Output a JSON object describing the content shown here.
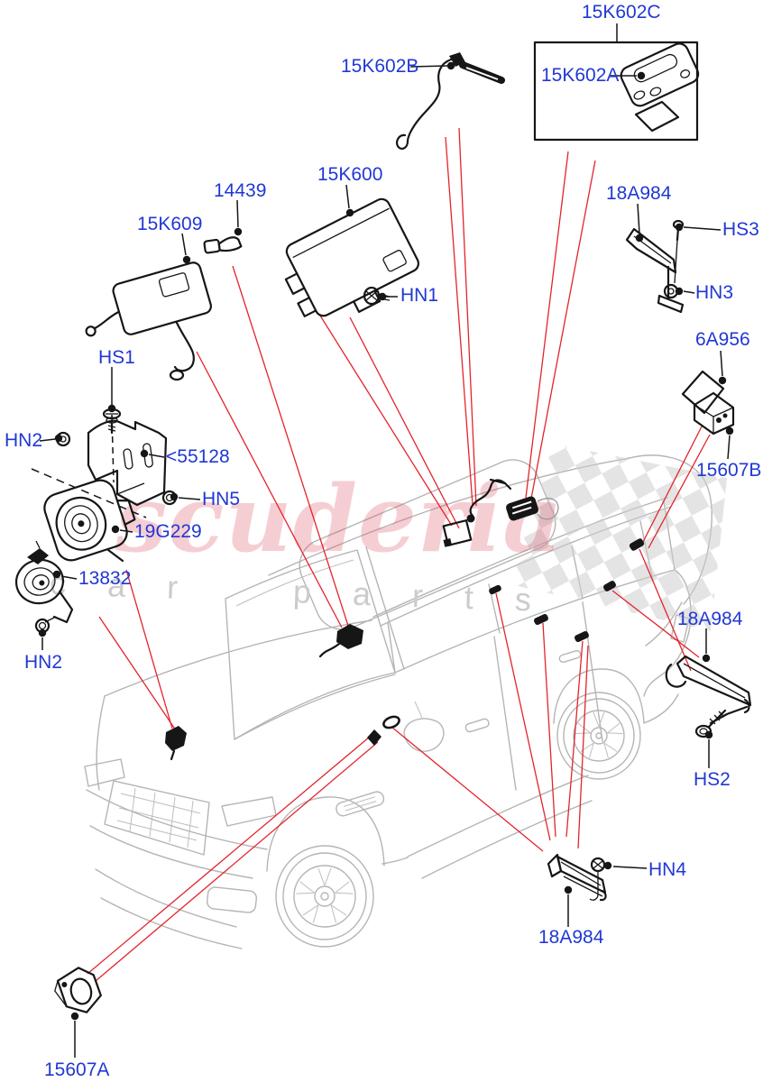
{
  "diagram": {
    "description": "Anti-theft alarm system exploded parts diagram",
    "label_color": "#2038d4",
    "leader_line_color": "#161616",
    "locator_line_color": "#e3242c",
    "watermark": {
      "brand": "scuderia",
      "tagline": "car parts"
    },
    "labels": {
      "kit_box": "15K602C",
      "key_blade": "15K602B",
      "transmitter": "15K602A",
      "control_module": "15K600",
      "bracket_14439": "14439",
      "receiver": "15K609",
      "antenna_top": "18A984",
      "screw_hs3": "HS3",
      "nut_hn3": "HN3",
      "nut_hn1": "HN1",
      "pad_6a956": "6A956",
      "module_15607b": "15607B",
      "screw_hs1": "HS1",
      "nut_hn2_upper": "HN2",
      "bracket_55128": "<55128",
      "nut_hn5": "HN5",
      "siren": "19G229",
      "horn": "13832",
      "nut_hn2_lower": "HN2",
      "antenna_right": "18A984",
      "screw_hs2": "HS2",
      "nut_hn4": "HN4",
      "antenna_bottom": "18A984",
      "bracket_15607a": "15607A"
    }
  }
}
